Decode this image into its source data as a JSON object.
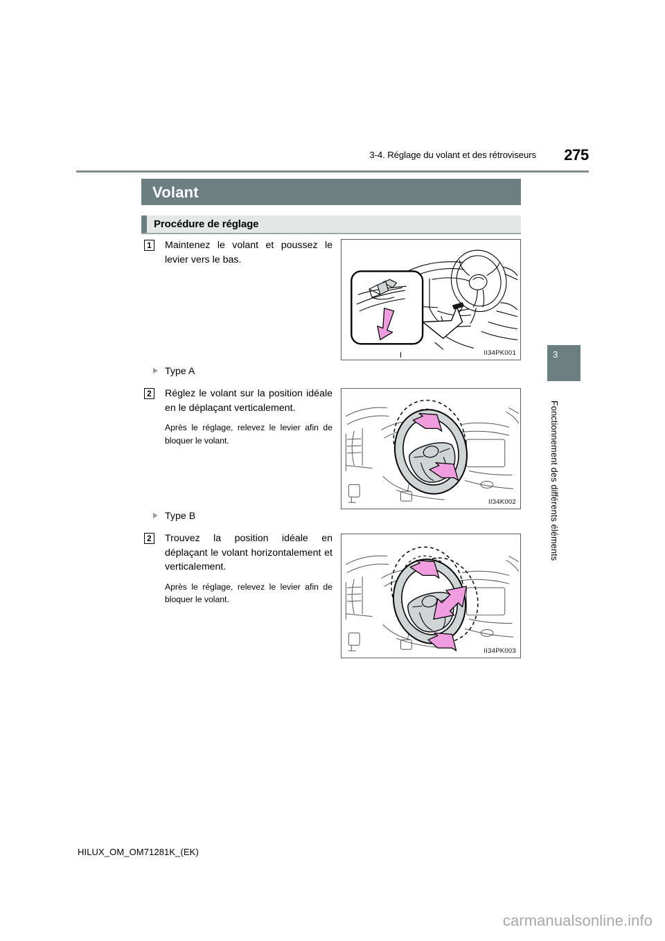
{
  "header": {
    "section_title": "3-4. Réglage du volant et des rétroviseurs",
    "page_number": "275"
  },
  "section": {
    "title": "Volant",
    "subsection": "Procédure de réglage"
  },
  "steps": [
    {
      "number": "1",
      "text": "Maintenez le volant et poussez le levier vers le bas."
    },
    {
      "number": "2",
      "text": "Réglez le volant sur la position idéale en le déplaçant verticalement.",
      "note": "Après le réglage, relevez le levier afin de bloquer le volant."
    },
    {
      "number": "2",
      "text": "Trouvez la position idéale en déplaçant le volant horizontalement et verticalement.",
      "note": "Après le réglage, relevez le levier afin de bloquer le volant."
    }
  ],
  "type_headings": [
    {
      "label": "Type A"
    },
    {
      "label": "Type B"
    }
  ],
  "figures": [
    {
      "code": "II34PK001",
      "alt": "Tableau de bord avec volant et encart montrant le levier de réglage avec flèche rose vers le bas"
    },
    {
      "code": "II34K002",
      "alt": "Volant avec flèches roses indiquant le réglage vertical"
    },
    {
      "code": "II34PK003",
      "alt": "Volant avec flèches roses indiquant le réglage horizontal et vertical"
    }
  ],
  "sidebar": {
    "chapter_number": "3",
    "chapter_label": "Fonctionnement des différents éléments"
  },
  "footer": {
    "document_code": "HILUX_OM_OM71281K_(EK)",
    "watermark": "carmanualsonline.info"
  },
  "colors": {
    "teal": "#6b7f80",
    "light_bar": "#e3e7e6",
    "rule": "#7d8d8e",
    "arrow_pink": "#ef9ddf",
    "wheel_gray": "#cfd4d4",
    "watermark_gray": "#a8a8a8"
  }
}
